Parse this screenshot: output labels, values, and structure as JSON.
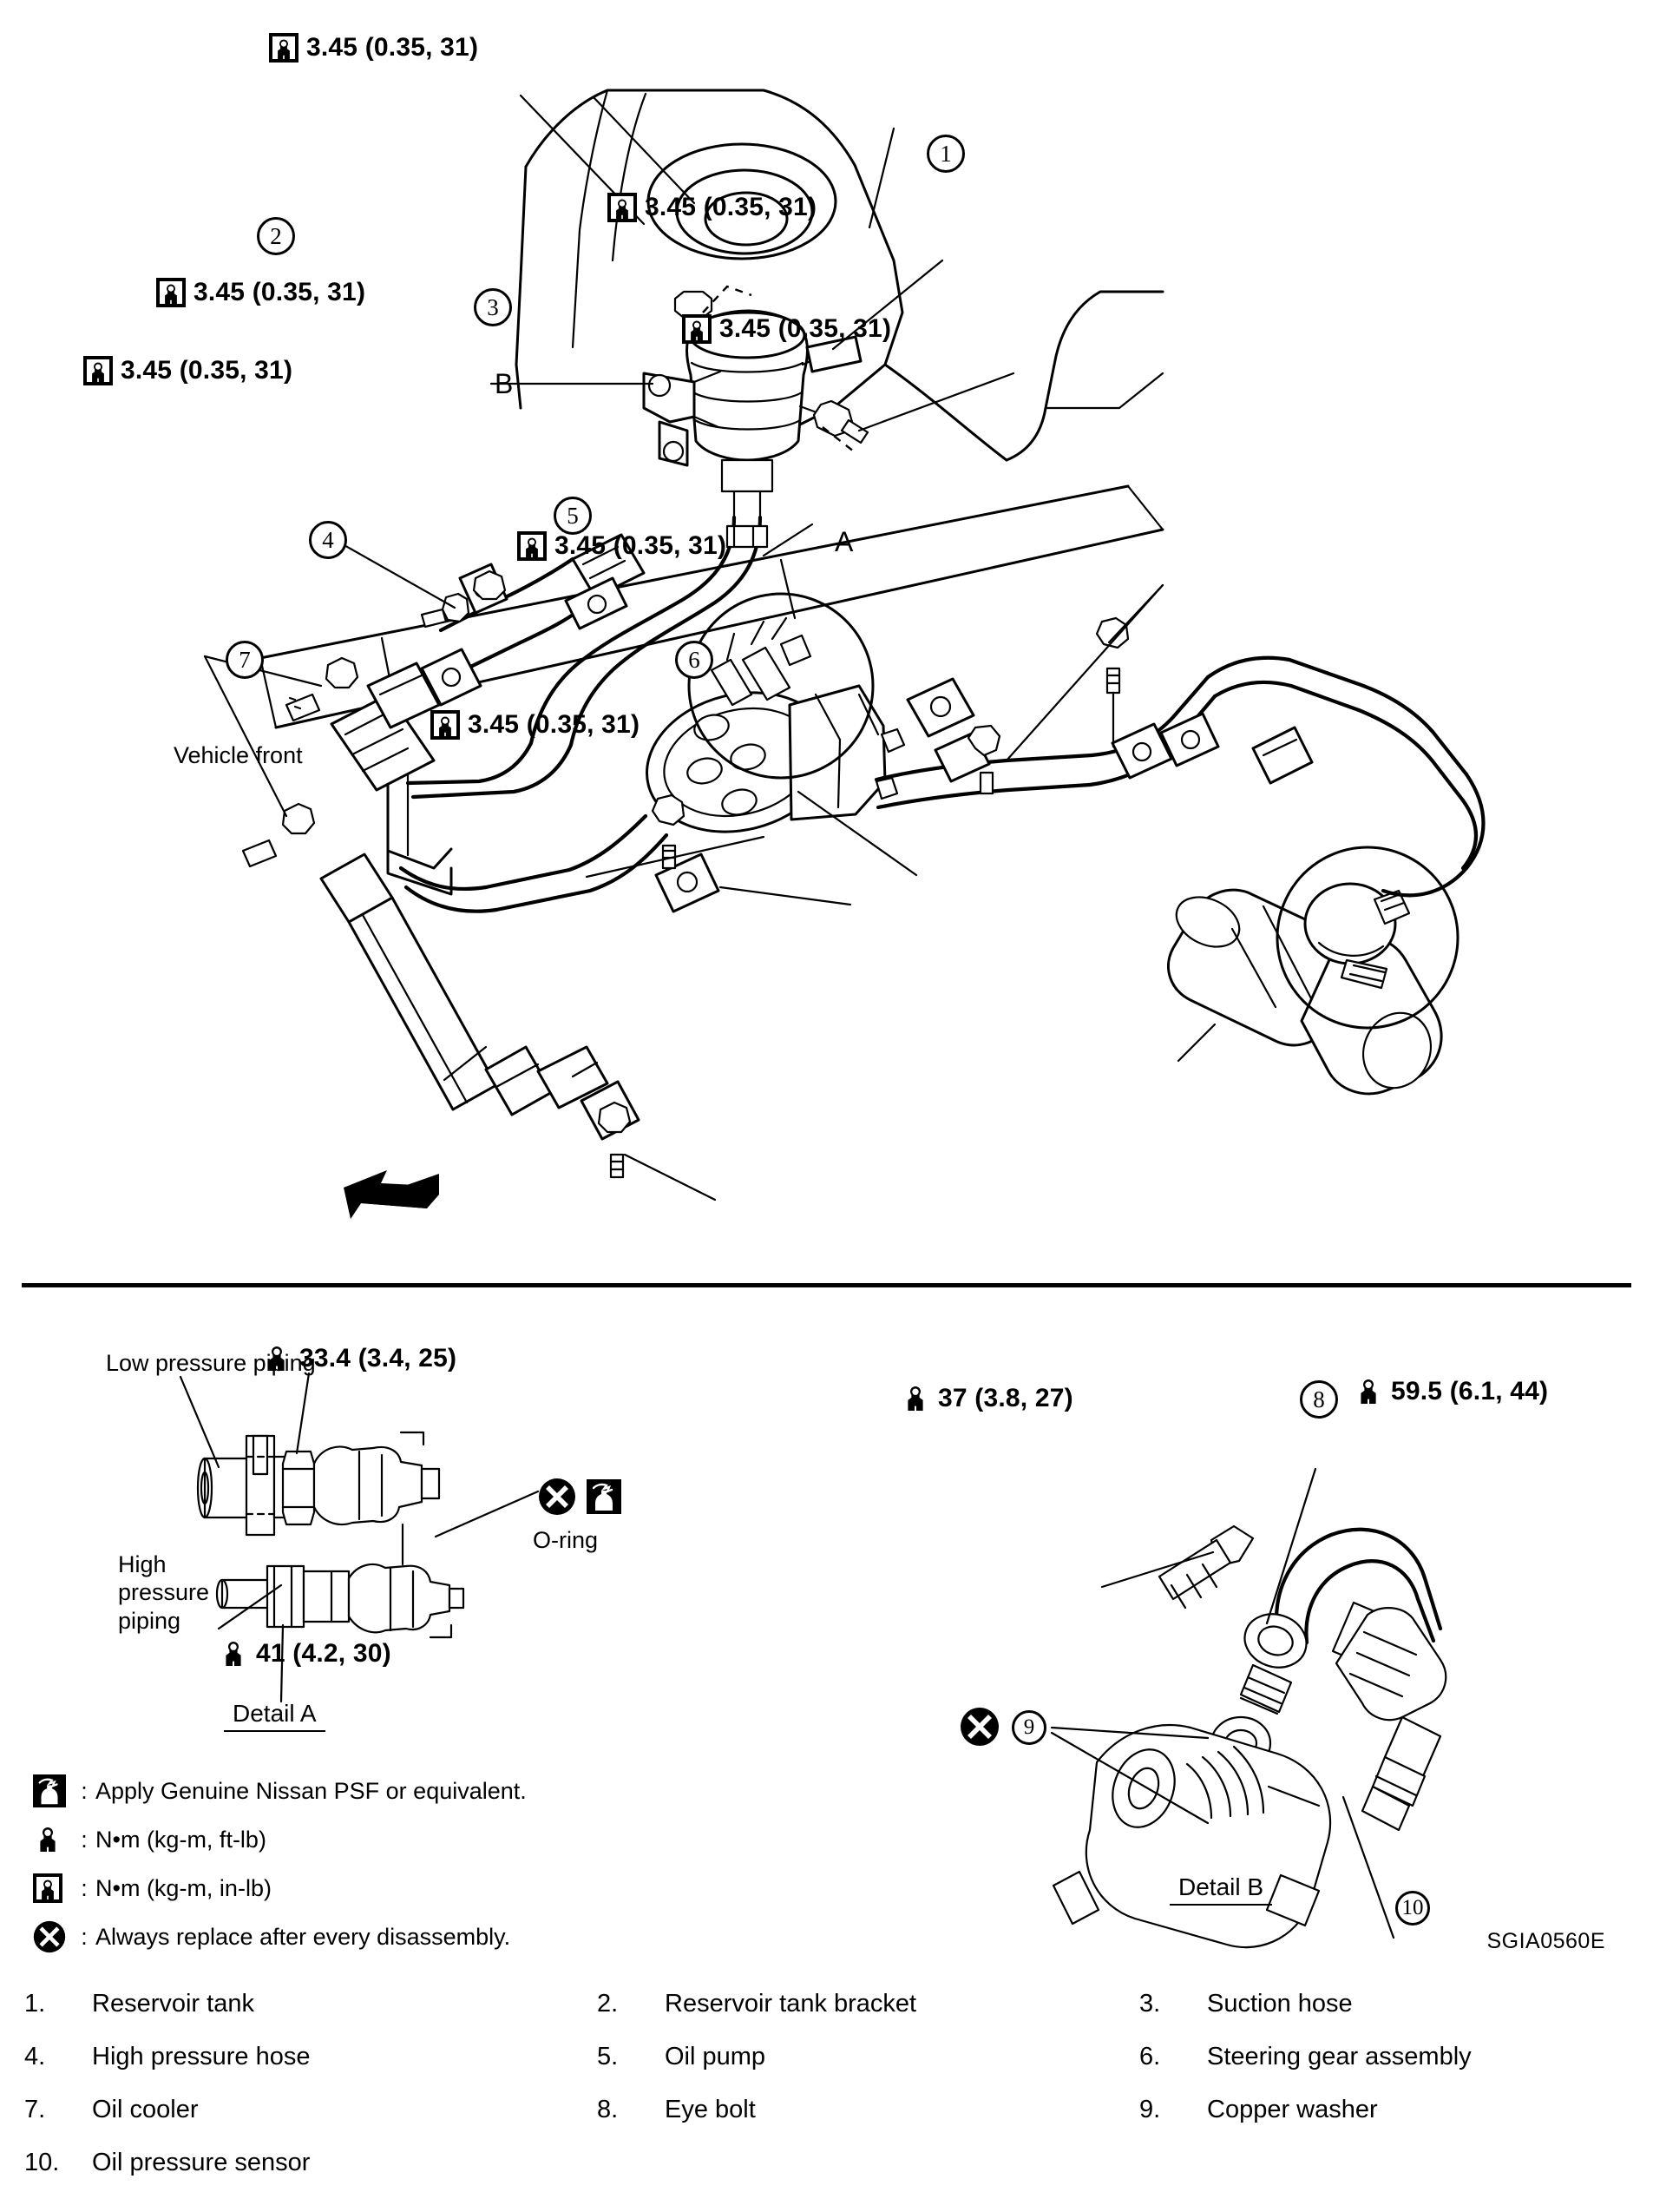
{
  "document": {
    "drawing_code": "SGIA0560E",
    "vehicle_front_label": "Vehicle front"
  },
  "main_diagram": {
    "zone_markers": [
      {
        "letter": "A"
      },
      {
        "letter": "B"
      }
    ],
    "torque_specs": [
      {
        "id": "ts-top",
        "icon": "torque-in-lb-icon",
        "value": "3.45 (0.35, 31)"
      },
      {
        "id": "ts-upper-right",
        "icon": "torque-in-lb-icon",
        "value": "3.45 (0.35, 31)"
      },
      {
        "id": "ts-left-upper",
        "icon": "torque-in-lb-icon",
        "value": "3.45 (0.35, 31)"
      },
      {
        "id": "ts-left-lower",
        "icon": "torque-in-lb-icon",
        "value": "3.45 (0.35, 31)"
      },
      {
        "id": "ts-right",
        "icon": "torque-in-lb-icon",
        "value": "3.45 (0.35, 31)"
      },
      {
        "id": "ts-center-lower",
        "icon": "torque-in-lb-icon",
        "value": "3.45 (0.35, 31)"
      },
      {
        "id": "ts-bottom",
        "icon": "torque-in-lb-icon",
        "value": "3.45 (0.35, 31)"
      }
    ],
    "part_callouts": [
      {
        "id": "c1",
        "number": "1"
      },
      {
        "id": "c2",
        "number": "2"
      },
      {
        "id": "c3",
        "number": "3"
      },
      {
        "id": "c4",
        "number": "4"
      },
      {
        "id": "c5",
        "number": "5"
      },
      {
        "id": "c6",
        "number": "6"
      },
      {
        "id": "c7",
        "number": "7"
      }
    ]
  },
  "detail_a": {
    "caption": "Detail A",
    "labels": {
      "low_pressure": "Low pressure piping",
      "high_pressure": "High\npressure\npiping",
      "high_pressure_line1": "High",
      "high_pressure_line2": "pressure",
      "high_pressure_line3": "piping",
      "o_ring": "O-ring"
    },
    "torque_specs": [
      {
        "id": "da-top",
        "icon": "torque-ft-lb-icon",
        "value": "33.4 (3.4, 25)"
      },
      {
        "id": "da-bottom",
        "icon": "torque-ft-lb-icon",
        "value": "41 (4.2, 30)"
      }
    ],
    "markers": [
      {
        "icon": "replace-always-icon"
      },
      {
        "icon": "apply-psf-icon"
      }
    ]
  },
  "detail_b": {
    "caption": "Detail B",
    "torque_specs": [
      {
        "id": "db-left",
        "icon": "torque-ft-lb-icon",
        "value": "37 (3.8, 27)"
      },
      {
        "id": "db-right",
        "icon": "torque-ft-lb-icon",
        "value": "59.5 (6.1, 44)"
      }
    ],
    "part_callouts": [
      {
        "id": "b8",
        "number": "8"
      },
      {
        "id": "b9",
        "number": "9"
      },
      {
        "id": "b10",
        "number": "10"
      }
    ],
    "markers": [
      {
        "icon": "replace-always-icon"
      }
    ]
  },
  "legend": {
    "items": [
      {
        "icon": "apply-psf-icon",
        "colon": ":",
        "text": "Apply Genuine Nissan PSF or equivalent."
      },
      {
        "icon": "torque-ft-lb-icon",
        "colon": ":",
        "text": "N•m  (kg-m,  ft-lb)"
      },
      {
        "icon": "torque-in-lb-icon",
        "colon": ":",
        "text": "N•m  (kg-m,  in-lb)"
      },
      {
        "icon": "replace-always-icon",
        "colon": ":",
        "text": "Always replace after every disassembly."
      }
    ]
  },
  "parts_list": {
    "rows": [
      [
        {
          "num": "1.",
          "name": "Reservoir tank"
        },
        {
          "num": "2.",
          "name": "Reservoir tank bracket"
        },
        {
          "num": "3.",
          "name": "Suction hose"
        }
      ],
      [
        {
          "num": "4.",
          "name": "High pressure hose"
        },
        {
          "num": "5.",
          "name": "Oil pump"
        },
        {
          "num": "6.",
          "name": "Steering gear assembly"
        }
      ],
      [
        {
          "num": "7.",
          "name": "Oil cooler"
        },
        {
          "num": "8.",
          "name": "Eye bolt"
        },
        {
          "num": "9.",
          "name": "Copper washer"
        }
      ],
      [
        {
          "num": "10.",
          "name": "Oil pressure sensor"
        },
        {
          "num": "",
          "name": ""
        },
        {
          "num": "",
          "name": ""
        }
      ]
    ]
  }
}
